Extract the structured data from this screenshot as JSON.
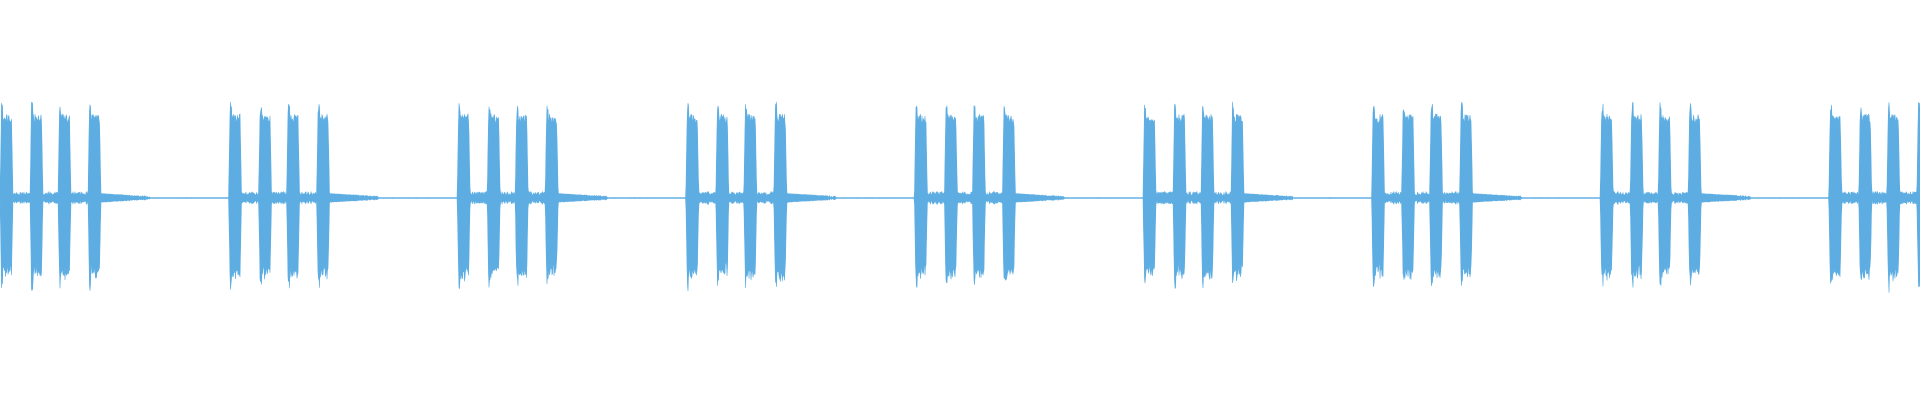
{
  "waveform": {
    "color": "#5dade2",
    "background": "#ffffff",
    "pattern": {
      "repeat_count": 9,
      "bursts_per_group": 4,
      "burst_peak_amplitude": 0.47,
      "burst_body_amplitude": 0.41,
      "gap_hum_amplitude": 0.02,
      "tail_amplitude": 0.008
    }
  }
}
